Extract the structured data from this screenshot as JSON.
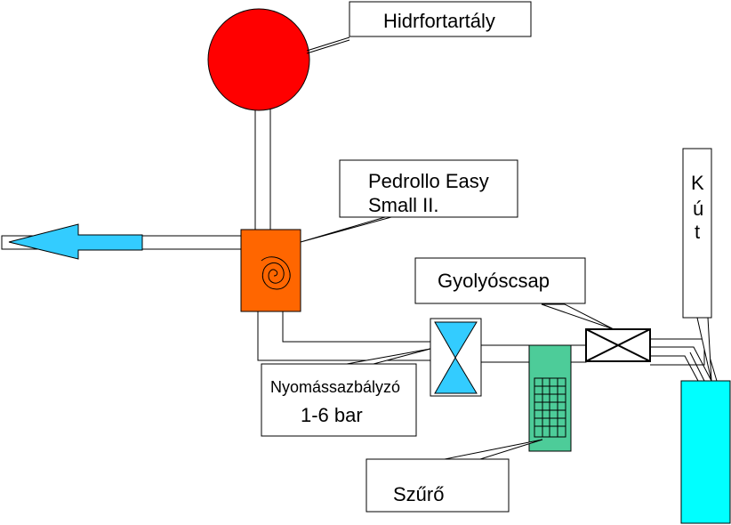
{
  "labels": {
    "tank": "Hidrfortartály",
    "pump_line1": "Pedrollo Easy",
    "pump_line2": "Small II.",
    "valve": "Gyolyóscsap",
    "regulator_line1": "Nyomássazbályzó",
    "regulator_line2": "1-6 bar",
    "filter": "Szűrő",
    "well_k": "K",
    "well_u": "ú",
    "well_t": "t"
  },
  "colors": {
    "tank": "#ff0000",
    "pump": "#ff6600",
    "regulator": "#33ccff",
    "filter": "#4dcc99",
    "well": "#00ffff",
    "arrow": "#33ccff",
    "line": "#000000"
  },
  "icons": {
    "pump": "spiral-icon",
    "valve": "x-valve-icon",
    "regulator": "hourglass-icon",
    "arrow": "left-arrow-icon"
  }
}
